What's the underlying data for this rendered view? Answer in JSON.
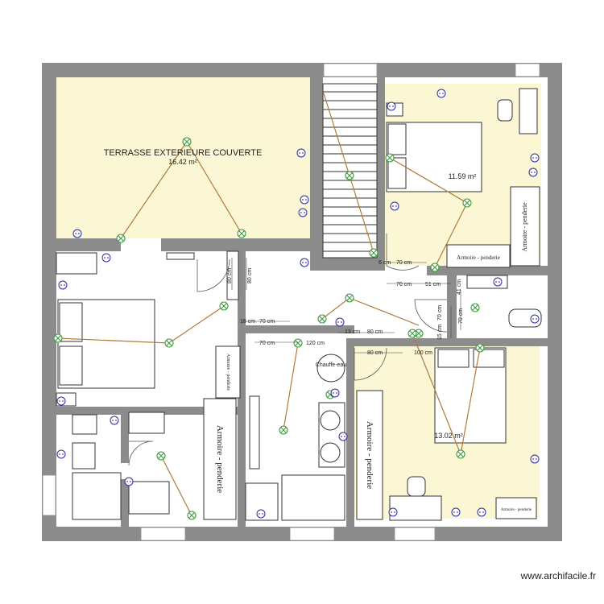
{
  "rooms": {
    "terrace_label": "TERRASSE EXTERIEURE COUVERTE",
    "terrace_area": "16.42 m²",
    "bedroom_ne_area": "11.59 m²",
    "bedroom_se_area": "13.02 m²"
  },
  "furniture": {
    "armoire_ne": "Armoire - penderie",
    "armoire_ne_small": "Armoire - penderie",
    "armoire_center": "Armoire - penderie",
    "armoire_se": "Armoire - penderie",
    "armoire_small_vertical": "Armoire - penderie",
    "armoire_se_small": "Armoire - penderie",
    "water_heater": "Chauffe-eau"
  },
  "dimensions": {
    "d1": "6 cm",
    "d2": "70 cm",
    "d3": "70 cm",
    "d4": "51 cm",
    "d5": "41 cm",
    "d6": "80 cm",
    "d7": "80 cm",
    "d8": "15 cm",
    "d9": "70 cm",
    "d10": "70 cm",
    "d11": "120 cm",
    "d12": "13 cm",
    "d13": "80 cm",
    "d14": "80 cm",
    "d15": "100 cm",
    "d16": "15 cm",
    "d17": "70 cm",
    "d18": "70 cm"
  },
  "watermark": "www.archifacile.fr",
  "colors": {
    "wall": "#8c8c8c",
    "room_fill": "#fbf6d4",
    "wire": "#b07a3a",
    "light_symbol": "#3c9a3c",
    "outlet_symbol": "#2a2aa8"
  }
}
